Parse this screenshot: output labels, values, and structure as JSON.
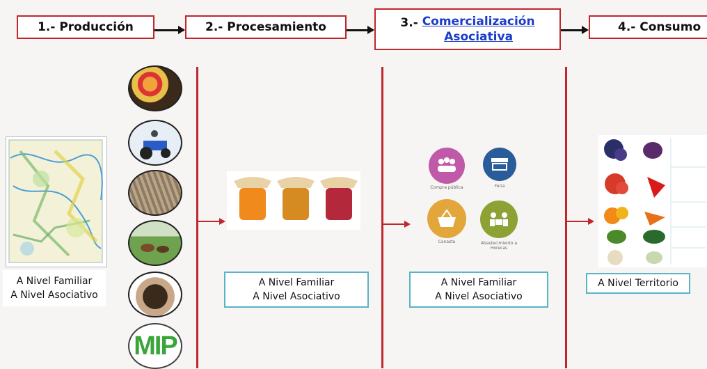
{
  "stages": [
    {
      "number": "1.-",
      "label": "Producción"
    },
    {
      "number": "2.-",
      "label": "Procesamiento"
    },
    {
      "number": "3.-",
      "label": "Comercialización Asociativa",
      "label_line1": "Comercialización",
      "label_line2": "Asociativa"
    },
    {
      "number": "4.-",
      "label": "Consumo"
    }
  ],
  "levels": {
    "produccion": [
      "A Nivel Familiar",
      "A Nivel Asociativo"
    ],
    "procesamiento": [
      "A Nivel Familiar",
      "A Nivel Asociativo"
    ],
    "comercializacion": [
      "A Nivel Familiar",
      "A Nivel Asociativo"
    ],
    "consumo": [
      "A Nivel Territorio"
    ]
  },
  "production_circles": [
    "fruit-basket-image",
    "tractor-image",
    "field-image",
    "cattle-pasture-image",
    "soil-hands-image",
    "mip-logo-image"
  ],
  "mip_logo_text": "MIP",
  "commerce_services": [
    {
      "icon": "people-group-icon",
      "label": "Compra pública",
      "color": "#c05aa8"
    },
    {
      "icon": "market-stall-icon",
      "label": "Feria",
      "color": "#2a5c9a"
    },
    {
      "icon": "basket-icon",
      "label": "Canasta",
      "color": "#e2a63a"
    },
    {
      "icon": "supply-delivery-icon",
      "label": "Abastecimiento a Horecas",
      "color": "#8da234"
    }
  ],
  "colors": {
    "stage_border": "#c0262d",
    "level_border": "#5ab3c6",
    "link_text": "#1a3cc8"
  }
}
